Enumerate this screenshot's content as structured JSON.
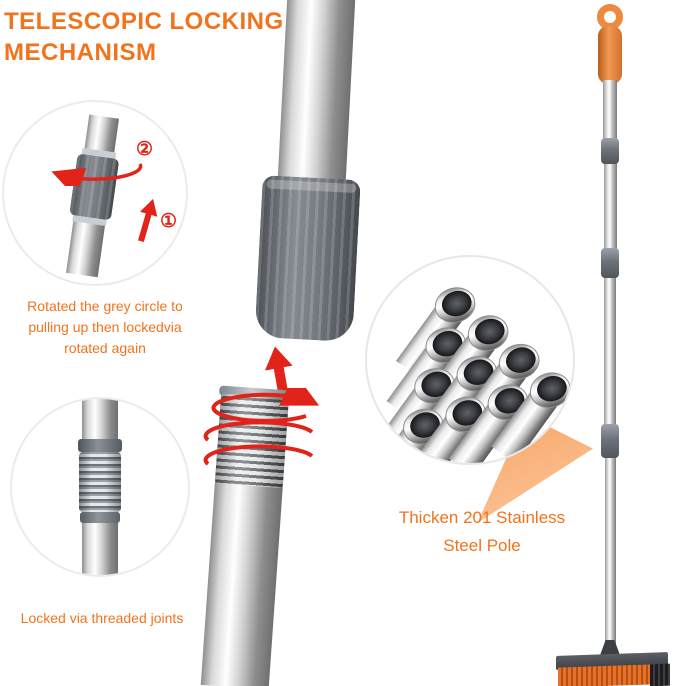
{
  "title": {
    "line1": "TELESCOPIC LOCKING",
    "line2": "MECHANISM"
  },
  "inset_top": {
    "step_rotate": "②",
    "step_pull": "①",
    "caption_line1": "Rotated the grey circle to",
    "caption_line2": "pulling up then lockedvia",
    "caption_line3": "rotated again"
  },
  "inset_bottom": {
    "caption": "Locked via threaded joints"
  },
  "callout": {
    "line1": "Thicken 201 Stainless",
    "line2": "Steel Pole"
  },
  "colors": {
    "accent_orange": "#F2731D",
    "arrow_red": "#E2231A",
    "steel_grey": "#C8CBCE",
    "collar_grey": "#6A6E75",
    "pointer_orange": "#F8A05C"
  }
}
